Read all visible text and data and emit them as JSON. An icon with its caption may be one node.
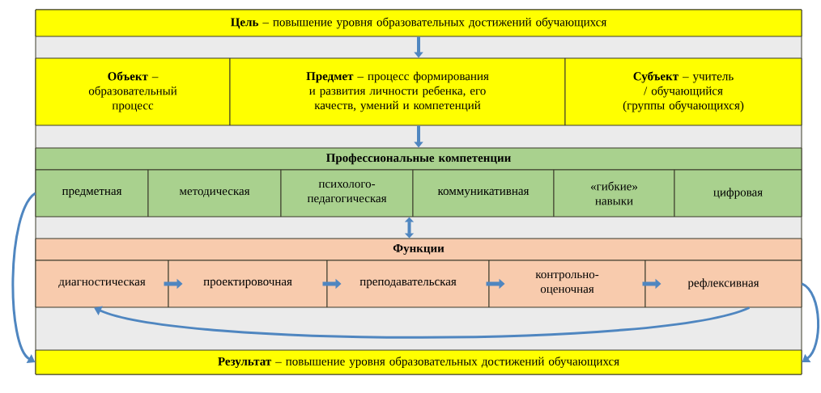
{
  "diagram": {
    "nodes": [
      {
        "text": [
          "**Цель** – повышение уровня образовательных достижений обучающихся"
        ]
      },
      {
        "text": [
          "**Объект** – образовательный процесс"
        ]
      },
      {
        "text": [
          "**Предмет** – процесс формирования и развития личности ребенка, его качеств, умений и компетенций"
        ]
      },
      {
        "text": [
          "**Субъект** – учитель / обучающийся (группы обучающихся)"
        ]
      },
      {
        "text": [
          "Профессиональные компетенции"
        ]
      },
      {
        "text": [
          "предметная"
        ]
      },
      {
        "text": [
          "методическая"
        ]
      },
      {
        "text": [
          "психолого-педагогическая"
        ]
      },
      {
        "text": [
          "коммуникативная"
        ]
      },
      {
        "text": [
          "«гибкие» навыки"
        ]
      },
      {
        "text": [
          "цифровая"
        ]
      },
      {
        "text": [
          "Функции"
        ]
      },
      {
        "text": [
          "диагностическая"
        ]
      },
      {
        "text": [
          "проектировочная"
        ]
      },
      {
        "text": [
          "преподавательская"
        ]
      },
      {
        "text": [
          "контрольно-оценочная"
        ]
      },
      {
        "text": [
          "рефлексивная"
        ]
      },
      {
        "text": [
          "**Результат** – повышение уровня образовательных достижений обучающихся"
        ]
      }
    ],
    "edges": [
      {
        "from": 0,
        "to": 2,
        "arrow": "to"
      },
      {
        "from": 2,
        "to": 4,
        "arrow": "to"
      },
      {
        "from": 7,
        "to": 11,
        "arrow": "both"
      },
      {
        "from": 12,
        "to": 13,
        "arrow": "to"
      },
      {
        "from": 13,
        "to": 14,
        "arrow": "to"
      },
      {
        "from": 14,
        "to": 15,
        "arrow": "to"
      },
      {
        "from": 15,
        "to": 16,
        "arrow": "to"
      },
      {
        "from": 16,
        "to": 12,
        "arrow": "to"
      },
      {
        "from": 5,
        "to": 17,
        "arrow": "to"
      },
      {
        "from": 16,
        "to": 17,
        "arrow": "to"
      }
    ]
  }
}
